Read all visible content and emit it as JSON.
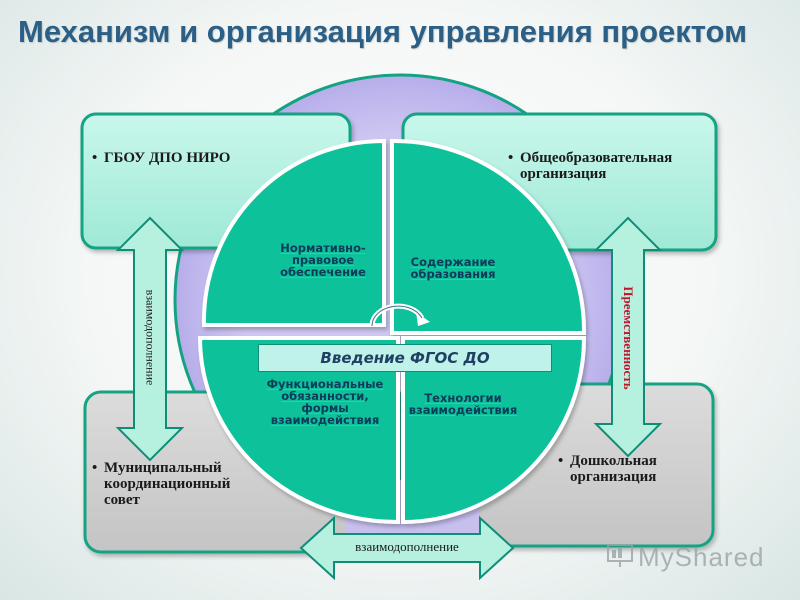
{
  "title": "Механизм и организация управления проектом",
  "boxes": {
    "top_left": "ГБОУ ДПО НИРО",
    "top_right": "Общеобразовательная организация",
    "bottom_left": "Муниципальный координационный совет",
    "bottom_right": "Дошкольная организация"
  },
  "quadrants": {
    "top_left": "Нормативно-правовое обеспечение",
    "top_right": "Содержание образования",
    "bottom_left": "Функциональные обязанности, формы взаимодействия",
    "bottom_right": "Технологии взаимодействия"
  },
  "center": "Введение ФГОС ДО",
  "arrows": {
    "left": "взаимодополнение",
    "right": "Преемственность",
    "bottom": "взаимодополнение"
  },
  "logo": "MyShared",
  "colors": {
    "box_top": "#aef1e2",
    "box_bottom": "#cfd0d0",
    "border": "#13a383",
    "circle": "#0dc29b",
    "back_circle": "#c7c0ef",
    "arrow_fill": "#b6f1df",
    "title": "#2b5f86"
  }
}
